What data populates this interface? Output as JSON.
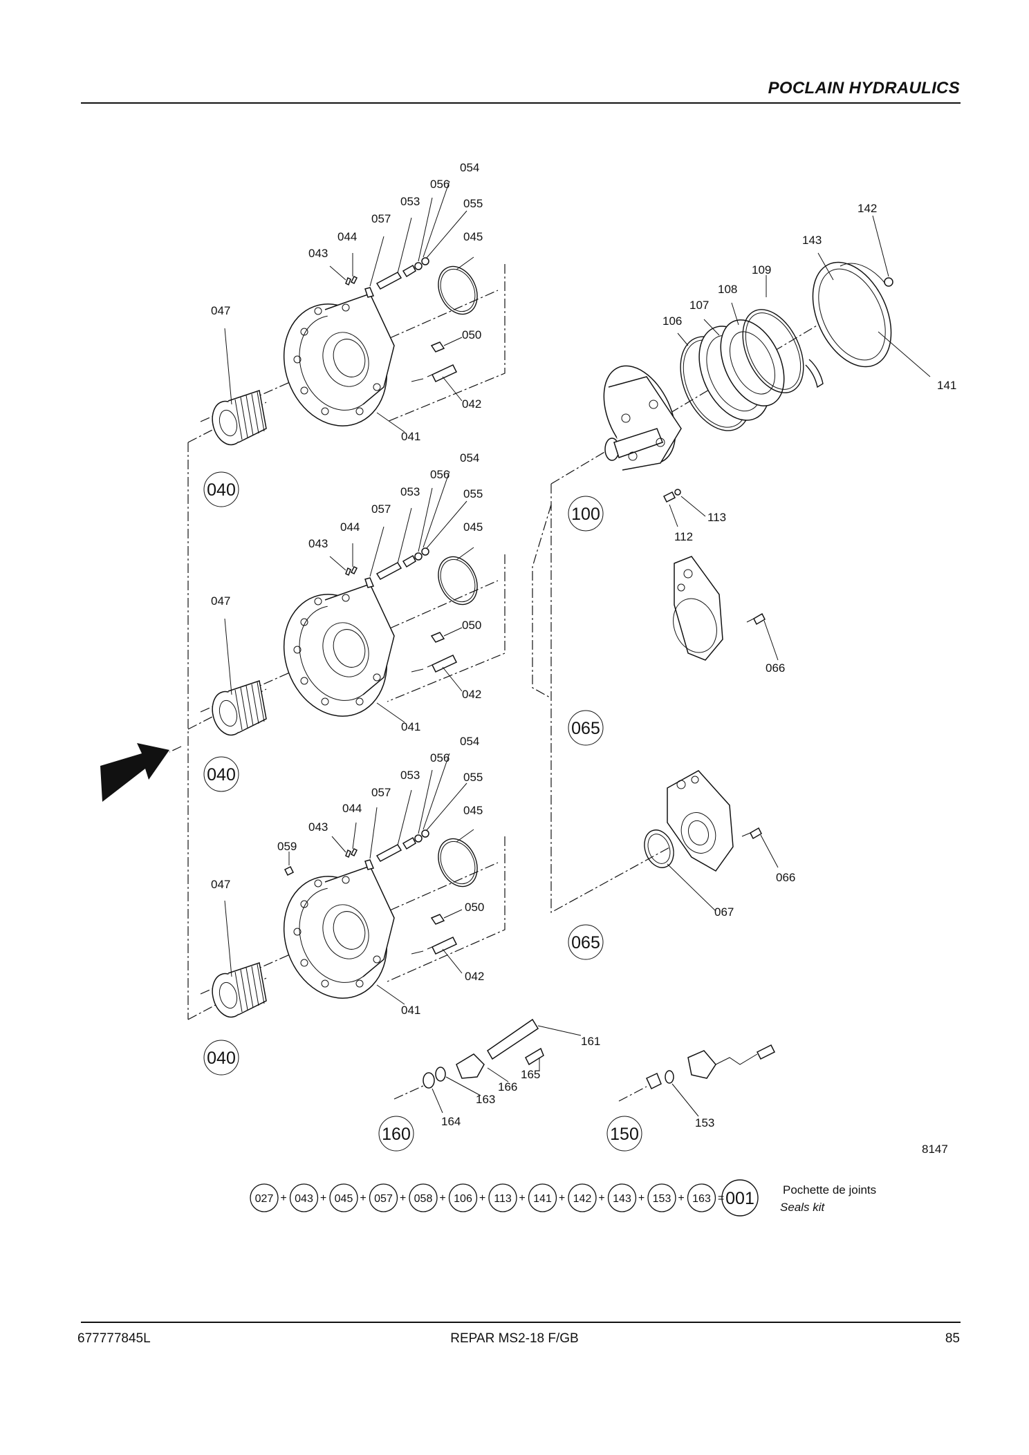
{
  "header": {
    "brand": "POCLAIN HYDRAULICS"
  },
  "footer": {
    "doc_number": "677777845L",
    "doc_title": "REPAR MS2-18 F/GB",
    "page_number": "85"
  },
  "figure_number": "8147",
  "assemblies": [
    "040",
    "040",
    "040",
    "100",
    "065",
    "065",
    "160",
    "150"
  ],
  "parts": {
    "p054": "054",
    "p056": "056",
    "p053": "053",
    "p055": "055",
    "p057": "057",
    "p044": "044",
    "p045": "045",
    "p043": "043",
    "p047": "047",
    "p050": "050",
    "p042": "042",
    "p041": "041",
    "p059": "059",
    "p142": "142",
    "p143": "143",
    "p109": "109",
    "p108": "108",
    "p107": "107",
    "p106": "106",
    "p141": "141",
    "p113": "113",
    "p112": "112",
    "p066": "066",
    "p067": "067",
    "p161": "161",
    "p165": "165",
    "p166": "166",
    "p163": "163",
    "p164": "164",
    "p153": "153"
  },
  "seals_kit": {
    "items": [
      "027",
      "043",
      "045",
      "057",
      "058",
      "106",
      "113",
      "141",
      "142",
      "143",
      "153",
      "163"
    ],
    "plus": "+",
    "equals": "=",
    "result": "001",
    "label_fr": "Pochette de joints",
    "label_en": "Seals kit"
  }
}
